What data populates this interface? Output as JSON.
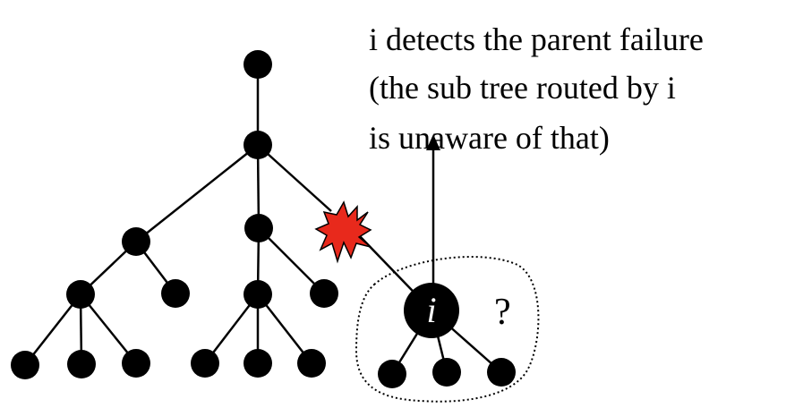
{
  "annotation": {
    "lines": [
      "i detects the parent failure",
      "(the sub tree routed by i",
      "is unaware of that)"
    ]
  },
  "detecting_node": {
    "label": "i"
  },
  "unknown_marker": "?",
  "colors": {
    "node": "#000000",
    "edge": "#000000",
    "failure_fill": "#e8291c",
    "failure_stroke": "#000000",
    "boundary": "#000000"
  },
  "icons": {
    "failure": "explosion-burst-icon",
    "notification": "up-arrow-icon"
  }
}
